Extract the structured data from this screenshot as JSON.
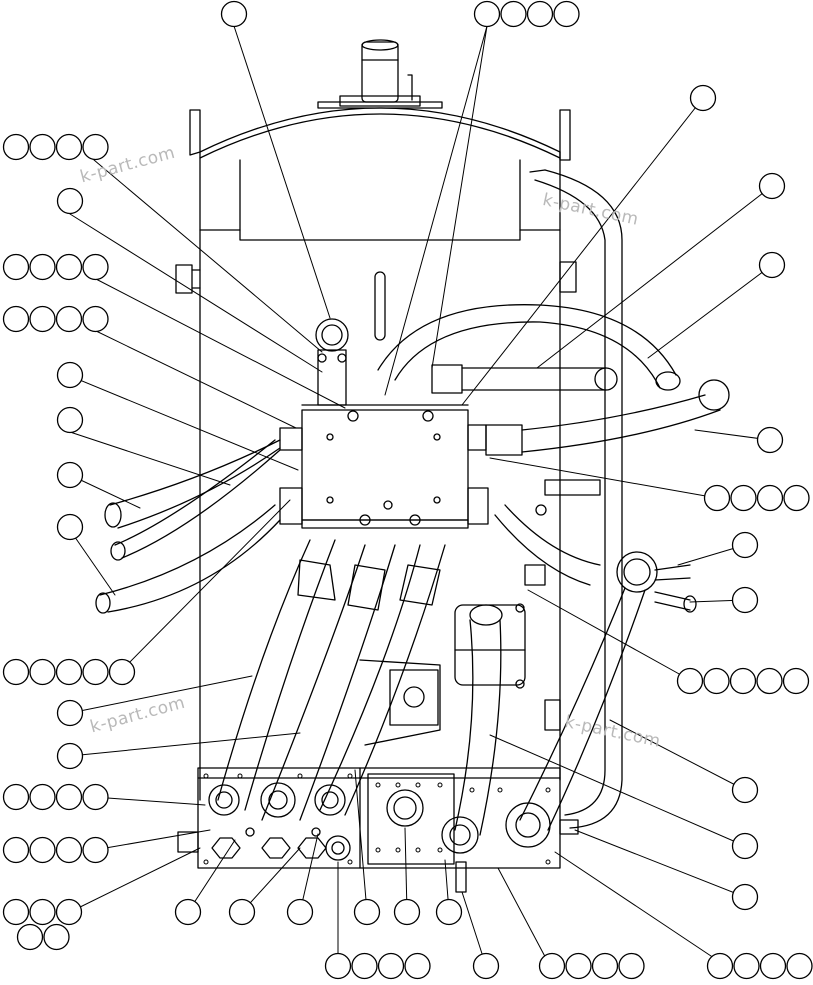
{
  "watermark": {
    "text": "k-part.com",
    "color": "#b9b9b9"
  },
  "colors": {
    "line": "#000000",
    "background": "#ffffff"
  },
  "callout_groups": [
    {
      "id": "top-center",
      "count": 1
    },
    {
      "id": "top-right-multi",
      "count": 4
    },
    {
      "id": "left-1",
      "count": 4
    },
    {
      "id": "left-2",
      "count": 1
    },
    {
      "id": "left-3",
      "count": 4
    },
    {
      "id": "left-4",
      "count": 4
    },
    {
      "id": "left-5",
      "count": 1
    },
    {
      "id": "left-6",
      "count": 1
    },
    {
      "id": "left-7",
      "count": 1
    },
    {
      "id": "left-8",
      "count": 1
    },
    {
      "id": "left-9",
      "count": 5
    },
    {
      "id": "left-10",
      "count": 1
    },
    {
      "id": "left-11",
      "count": 1
    },
    {
      "id": "left-12",
      "count": 4
    },
    {
      "id": "left-13",
      "count": 4
    },
    {
      "id": "left-14",
      "count": 5
    },
    {
      "id": "right-1",
      "count": 1
    },
    {
      "id": "right-2",
      "count": 1
    },
    {
      "id": "right-3",
      "count": 1
    },
    {
      "id": "right-4",
      "count": 1
    },
    {
      "id": "right-5",
      "count": 4
    },
    {
      "id": "right-6",
      "count": 1
    },
    {
      "id": "right-7",
      "count": 1
    },
    {
      "id": "right-8",
      "count": 5
    },
    {
      "id": "right-9",
      "count": 1
    },
    {
      "id": "right-10",
      "count": 1
    },
    {
      "id": "right-11",
      "count": 1
    },
    {
      "id": "bottom-1",
      "count": 1
    },
    {
      "id": "bottom-2",
      "count": 1
    },
    {
      "id": "bottom-3",
      "count": 1
    },
    {
      "id": "bottom-4",
      "count": 1
    },
    {
      "id": "bottom-5",
      "count": 1
    },
    {
      "id": "bottom-6",
      "count": 1
    },
    {
      "id": "bottom-7",
      "count": 4
    },
    {
      "id": "bottom-8",
      "count": 1
    },
    {
      "id": "bottom-9",
      "count": 4
    },
    {
      "id": "bottom-10",
      "count": 4
    }
  ]
}
